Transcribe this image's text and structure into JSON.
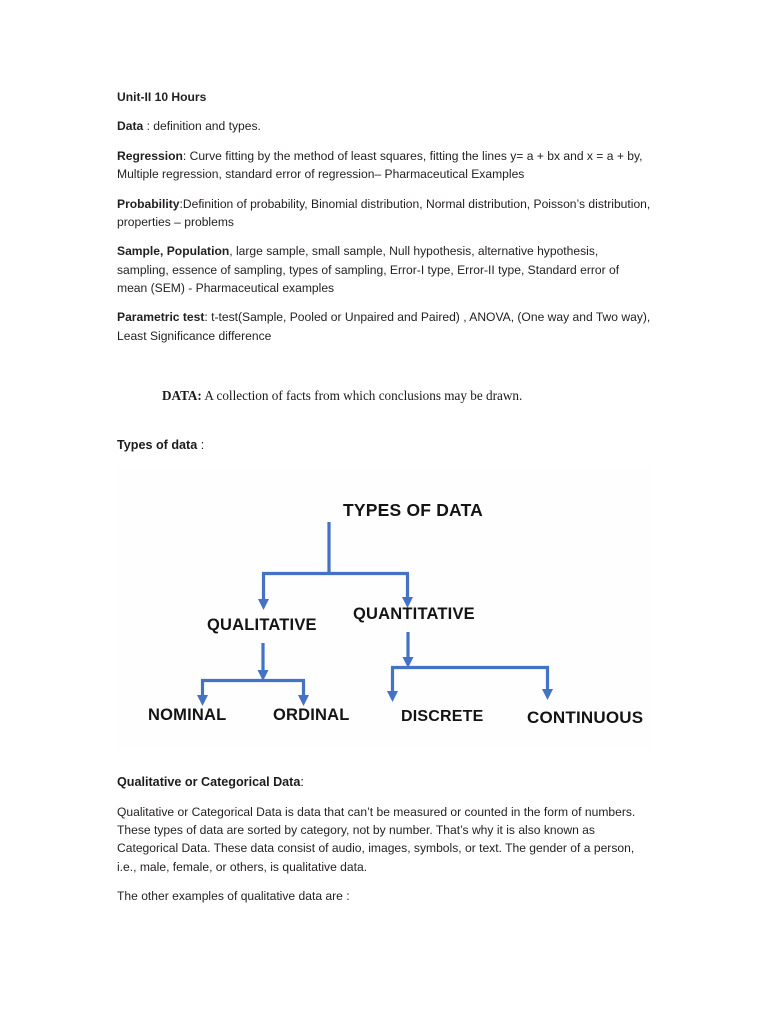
{
  "document": {
    "unit_heading": "Unit-II 10 Hours",
    "paragraphs": [
      {
        "lead": "Data",
        "rest": " : definition and types."
      },
      {
        "lead": "Regression",
        "rest": ": Curve fitting by the method of least squares, fitting the lines y= a + bx and x = a + by, Multiple regression, standard error of regression– Pharmaceutical Examples"
      },
      {
        "lead": "Probability",
        "rest": ":Definition of probability, Binomial distribution, Normal distribution, Poisson’s distribution, properties – problems"
      },
      {
        "lead": "Sample, Population",
        "rest": ", large sample, small sample, Null hypothesis, alternative hypothesis, sampling, essence of sampling, types of sampling, Error-I type, Error-II type, Standard error of mean (SEM) - Pharmaceutical examples"
      },
      {
        "lead": "Parametric test",
        "rest": ": t-test(Sample, Pooled or Unpaired and Paired) , ANOVA, (One way and Two way), Least Significance difference"
      }
    ],
    "data_definition": {
      "lead": "DATA:",
      "rest": " A collection of facts from which conclusions may be drawn."
    },
    "types_heading": {
      "bold": "Types of data",
      "thin": " :"
    },
    "section_heading": {
      "bold": "Qualitative or Categorical Data",
      "thin": ":"
    },
    "body_paragraphs": [
      "Qualitative or Categorical Data is data that can’t be measured or counted in the form of numbers. These types of data are sorted by category, not by number. That’s why it is also known as Categorical Data. These data consist of audio, images, symbols, or text. The gender of a person, i.e., male, female, or others, is qualitative data.",
      "The other examples of qualitative data are :"
    ]
  },
  "diagram": {
    "type": "tree",
    "title": "TYPES OF DATA",
    "connector_color": "#4472c4",
    "nodes": {
      "root": "TYPES OF DATA",
      "qualitative": "QUALITATIVE",
      "quantitative": "QUANTITATIVE",
      "nominal": "NOMINAL",
      "ordinal": "ORDINAL",
      "discrete": "DISCRETE",
      "continuous": "CONTINUOUS"
    },
    "edges": [
      {
        "from": "TYPES OF DATA",
        "to": "QUALITATIVE"
      },
      {
        "from": "TYPES OF DATA",
        "to": "QUANTITATIVE"
      },
      {
        "from": "QUALITATIVE",
        "to": "NOMINAL"
      },
      {
        "from": "QUALITATIVE",
        "to": "ORDINAL"
      },
      {
        "from": "QUANTITATIVE",
        "to": "DISCRETE"
      },
      {
        "from": "QUANTITATIVE",
        "to": "CONTINUOUS"
      }
    ]
  }
}
